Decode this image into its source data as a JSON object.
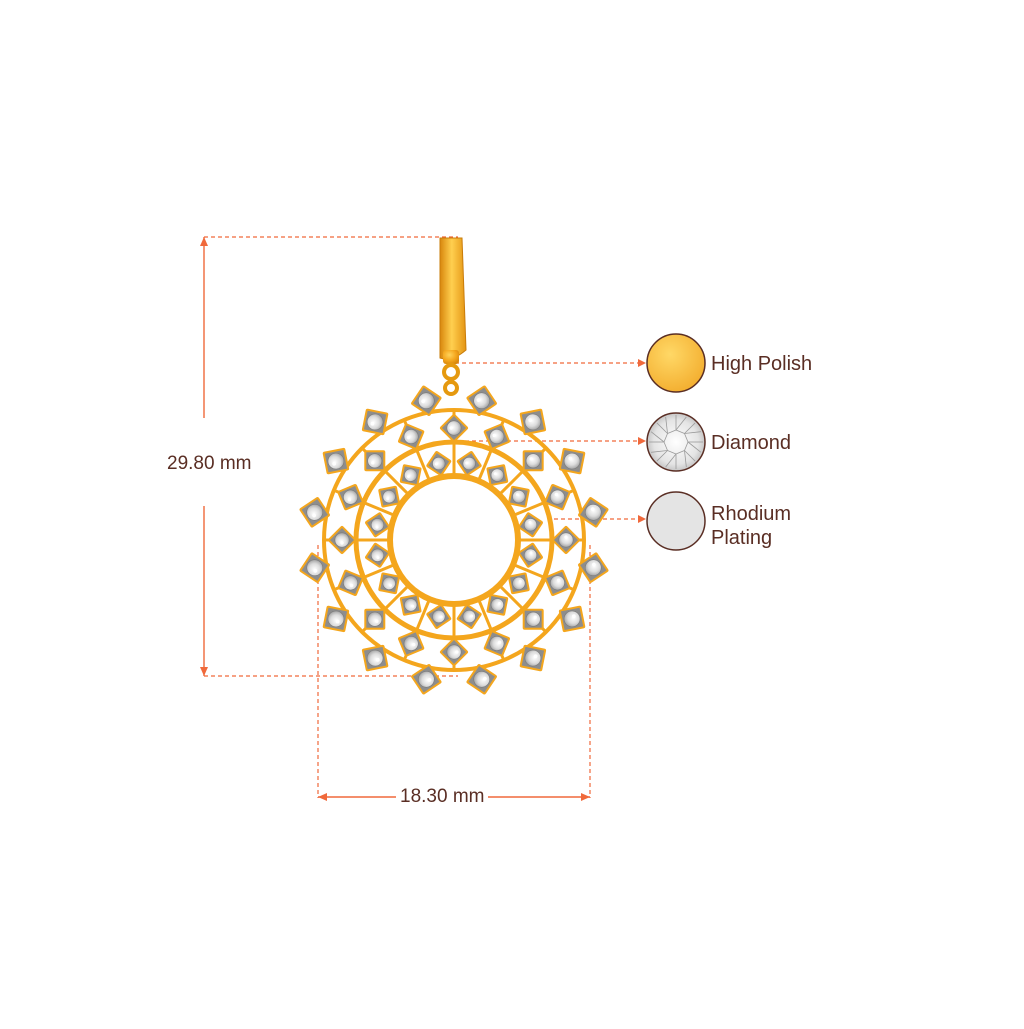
{
  "dimensions": {
    "height": "29.80 mm",
    "width": "18.30 mm"
  },
  "legend": [
    {
      "label_line1": "High Polish",
      "label_line2": "",
      "swatch": "high-polish",
      "color": "#f6b93b"
    },
    {
      "label_line1": "Diamond",
      "label_line2": "",
      "swatch": "diamond",
      "color": "#e9e9e9"
    },
    {
      "label_line1": "Rhodium",
      "label_line2": "Plating",
      "swatch": "rhodium",
      "color": "#e4e4e4"
    }
  ],
  "colors": {
    "guide_line": "#f0693b",
    "text": "#5a2e24",
    "gold": "#f4a61d",
    "gold_dark": "#d8870d",
    "swatch_border": "#5a2e24"
  }
}
